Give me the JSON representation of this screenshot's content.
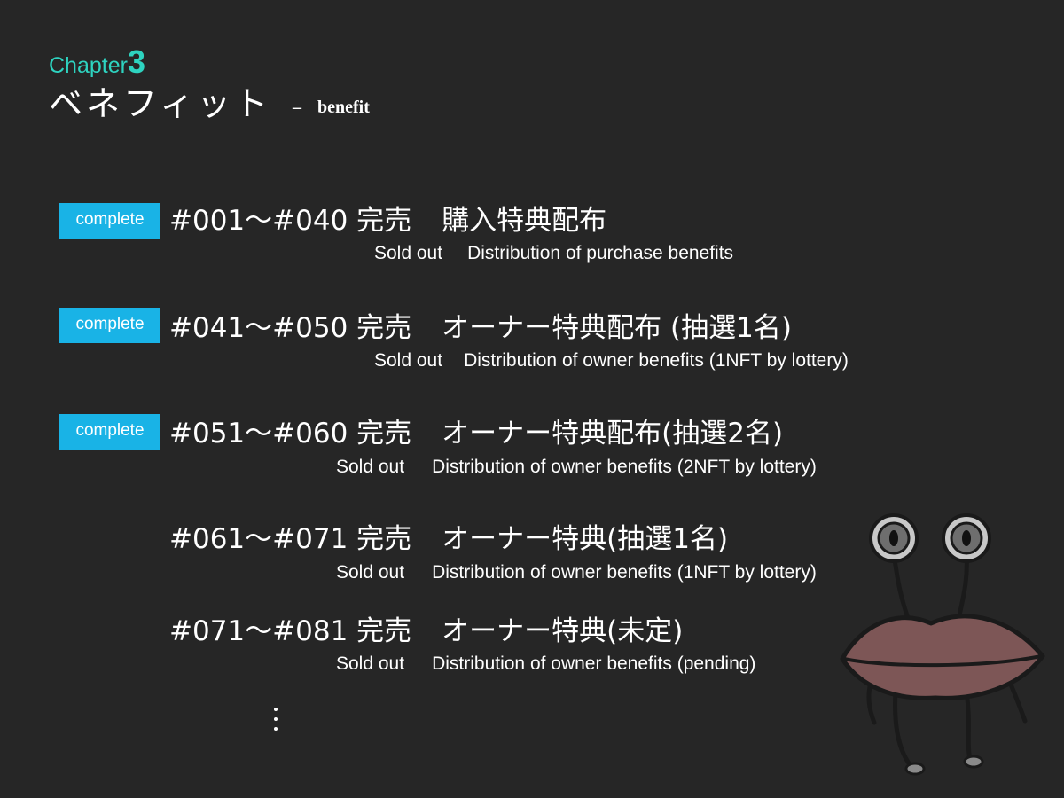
{
  "header": {
    "chapter_word": "Chapter",
    "chapter_number": "3",
    "title_jp": "ベネフィット",
    "title_dash": "–",
    "title_en": "benefit"
  },
  "badges": {
    "complete_label": "complete"
  },
  "rows": [
    {
      "range": "#001〜#040",
      "status_jp": "完売",
      "benefit_jp": "購入特典配布",
      "status_en": "Sold out",
      "benefit_en": "Distribution of purchase benefits",
      "complete": true
    },
    {
      "range": "#041〜#050",
      "status_jp": "完売",
      "benefit_jp": "オーナー特典配布 (抽選1名)",
      "status_en": "Sold out",
      "benefit_en": "Distribution of owner benefits (1NFT by lottery)",
      "complete": true
    },
    {
      "range": "#051〜#060",
      "status_jp": "完売",
      "benefit_jp": "オーナー特典配布(抽選2名)",
      "status_en": "Sold out",
      "benefit_en": "Distribution of owner benefits (2NFT by lottery)",
      "complete": true
    },
    {
      "range": "#061〜#071",
      "status_jp": "完売",
      "benefit_jp": "オーナー特典(抽選1名)",
      "status_en": "Sold out",
      "benefit_en": "Distribution of owner benefits (1NFT by lottery)",
      "complete": false
    },
    {
      "range": "#071〜#081",
      "status_jp": "完売",
      "benefit_jp": "オーナー特典(未定)",
      "status_en": "Sold out",
      "benefit_en": "Distribution of owner benefits (pending)",
      "complete": false
    }
  ],
  "colors": {
    "background": "#262626",
    "chapter_accent": "#2ed3c0",
    "badge": "#19b3e6",
    "text": "#ffffff",
    "lips": "#7d5656"
  },
  "icons": {
    "more": "vertical-ellipsis-icon",
    "mascot": "lips-mascot-icon"
  }
}
